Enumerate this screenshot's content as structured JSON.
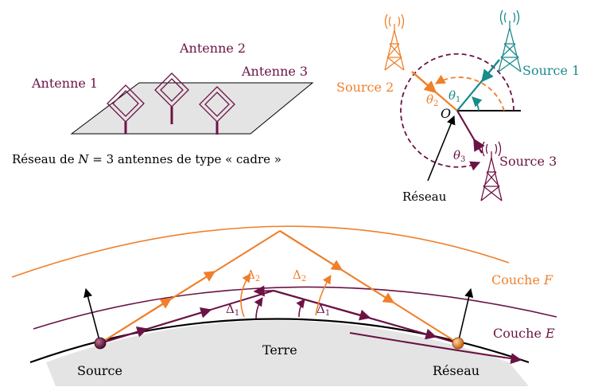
{
  "colors": {
    "purple": "#6b1345",
    "orange": "#f07f2a",
    "teal": "#1a8a8a",
    "black": "#000000",
    "gray": "#e4e4e4"
  },
  "top_left": {
    "antenna_labels": [
      "Antenne 1",
      "Antenne 2",
      "Antenne 3"
    ],
    "caption": {
      "prefix": "Réseau de ",
      "var": "N",
      "suffix": " = 3 antennes de type « cadre »"
    }
  },
  "top_right": {
    "source1": "Source 1",
    "source2": "Source 2",
    "source3": "Source 3",
    "origin": "O",
    "theta1": {
      "sym": "θ",
      "sub": "1"
    },
    "theta2": {
      "sym": "θ",
      "sub": "2"
    },
    "theta3": {
      "sym": "θ",
      "sub": "3"
    },
    "reseau": "Réseau"
  },
  "bottom": {
    "couche_f": {
      "prefix": "Couche ",
      "var": "F"
    },
    "couche_e": {
      "prefix": "Couche ",
      "var": "E"
    },
    "terre": "Terre",
    "source": "Source",
    "reseau": "Réseau",
    "delta1": {
      "sym": "Δ",
      "sub": "1"
    },
    "delta2": {
      "sym": "Δ",
      "sub": "2"
    }
  }
}
